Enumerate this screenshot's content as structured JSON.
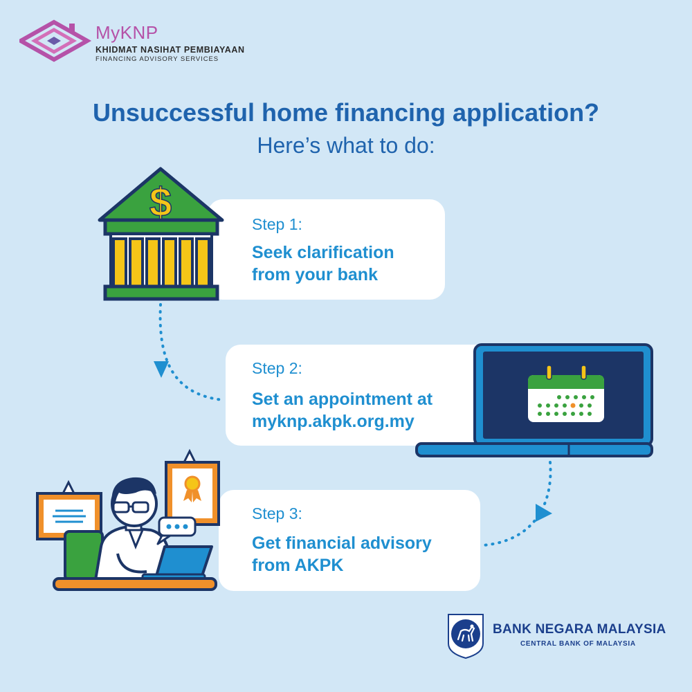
{
  "brand": {
    "name": "MyKNP",
    "subtitle_ms": "KHIDMAT NASIHAT PEMBIAYAAN",
    "subtitle_en": "FINANCING ADVISORY SERVICES"
  },
  "headline": "Unsuccessful home financing application?",
  "subheadline": "Here’s what to do:",
  "steps": [
    {
      "label": "Step 1:",
      "line1": "Seek clarification",
      "line2": "from your bank",
      "icon": "bank-icon"
    },
    {
      "label": "Step 2:",
      "line1": "Set an appointment at",
      "line2": "myknp.akpk.org.my",
      "icon": "laptop-calendar-icon"
    },
    {
      "label": "Step 3:",
      "line1": "Get financial advisory",
      "line2": "from AKPK",
      "icon": "advisor-icon"
    }
  ],
  "footer": {
    "org_name": "BANK NEGARA MALAYSIA",
    "org_sub": "CENTRAL BANK OF MALAYSIA"
  },
  "colors": {
    "background": "#d2e7f6",
    "heading": "#1f63ad",
    "step_text": "#1f8fd0",
    "brand": "#b552a8",
    "bank_green": "#3aa23f",
    "laptop_navy": "#1c3566"
  }
}
